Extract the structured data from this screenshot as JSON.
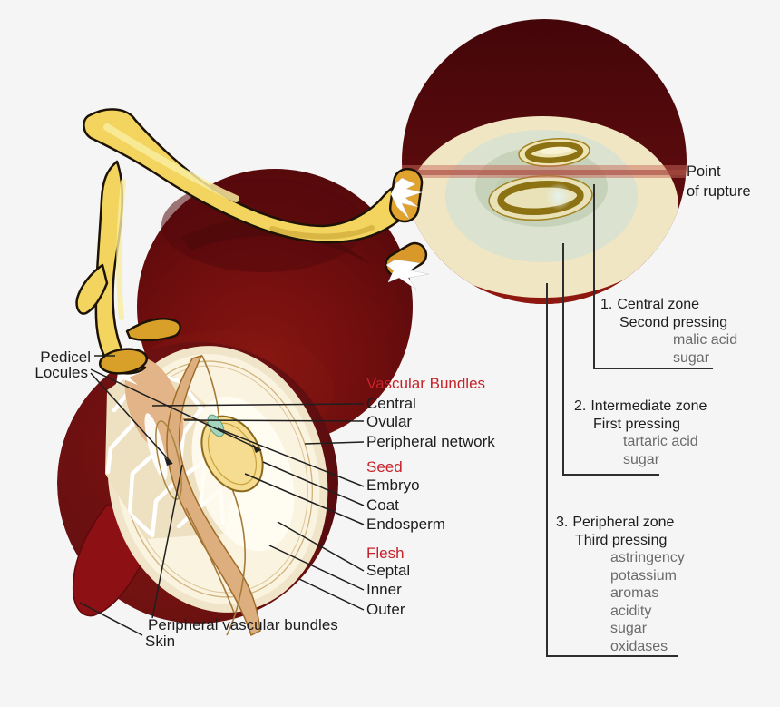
{
  "title": "Grape berry anatomy and pressing zones diagram",
  "colors": {
    "background": "#f5f5f5",
    "heading_red": "#c6222a",
    "compound_gray": "#6b6b6b",
    "label_black": "#1d1d1d",
    "grape_skin_dark": "#4f080b",
    "grape_skin_red": "#8a150f",
    "flesh_cream": "#f1e6c3",
    "intermediate_zone_sage": "#dbe2cf",
    "central_zone_green": "#c6d2ba",
    "rachis_yellow": "#f2d45f",
    "seed_brown": "#8d7214"
  },
  "left_labels": {
    "pedicel": "Pedicel",
    "locules": "Locules"
  },
  "anatomy": {
    "vascular_bundles": {
      "heading": "Vascular Bundles",
      "items": [
        "Central",
        "Ovular",
        "Peripheral network"
      ]
    },
    "seed": {
      "heading": "Seed",
      "items": [
        "Embryo",
        "Coat",
        "Endosperm"
      ]
    },
    "flesh": {
      "heading": "Flesh",
      "items": [
        "Septal",
        "Inner",
        "Outer"
      ]
    }
  },
  "bottom_labels": {
    "peripheral_vascular_bundles": "Peripheral vascular bundles",
    "skin": "Skin"
  },
  "rupture": {
    "line1": "Point",
    "line2": "of rupture"
  },
  "zones": [
    {
      "number": "1.",
      "name": "Central zone",
      "pressing": "Second pressing",
      "compounds": [
        "malic acid",
        "sugar"
      ]
    },
    {
      "number": "2.",
      "name": "Intermediate zone",
      "pressing": "First pressing",
      "compounds": [
        "tartaric acid",
        "sugar"
      ]
    },
    {
      "number": "3.",
      "name": "Peripheral zone",
      "pressing": "Third pressing",
      "compounds": [
        "astringency",
        "potassium",
        "aromas",
        "acidity",
        "sugar",
        "oxidases"
      ]
    }
  ]
}
